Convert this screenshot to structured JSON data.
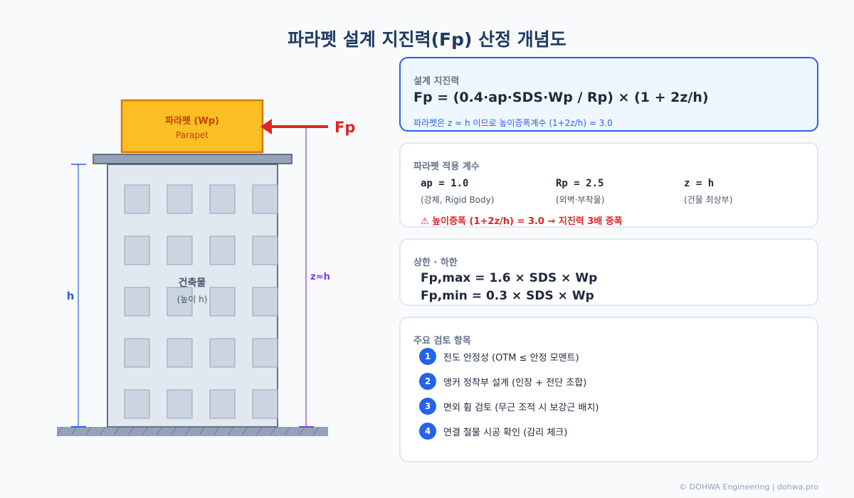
{
  "title": "파라펫 설계 지진력(Fp) 산정 개념도",
  "diagram": {
    "parapet_label": "파라펫 (Wp)",
    "parapet_sublabel": "Parapet",
    "force_label": "Fp",
    "building_label": "건축물",
    "building_sublabel": "(높이 h)",
    "height_label": "h",
    "z_label": "z≈h",
    "colors": {
      "parapet_fill": "#fbbf24",
      "parapet_stroke": "#d97706",
      "force": "#dc2626",
      "height_dim": "#2563eb",
      "z_dim": "#7c3aed",
      "building_fill": "#e2e8f0",
      "ground": "#94a3b8"
    }
  },
  "cards": {
    "design_force": {
      "label": "설계 지진력",
      "formula": "Fp = (0.4·ap·SDS·Wp / Rp) × (1 + 2z/h)",
      "note": "파라펫은 z ≈ h 이므로 높이증폭계수 (1+2z/h) = 3.0"
    },
    "coefficients": {
      "label": "파라펫 적용 계수",
      "items": [
        {
          "key": "ap = 1.0",
          "desc": "(강체, Rigid Body)"
        },
        {
          "key": "Rp = 2.5",
          "desc": "(외벽·부착물)"
        },
        {
          "key": "z = h",
          "desc": "(건물 최상부)"
        }
      ],
      "warning": "⚠ 높이증폭 (1+2z/h) = 3.0 → 지진력 3배 증폭"
    },
    "limits": {
      "label": "상한 · 하한",
      "max": "Fp,max = 1.6 × SDS × Wp",
      "min": "Fp,min = 0.3 × SDS × Wp"
    },
    "checks": {
      "label": "주요 검토 항목",
      "items": [
        {
          "num": "1",
          "text": "전도 안정성 (OTM ≤ 안정 모멘트)"
        },
        {
          "num": "2",
          "text": "앵커 정착부 설계 (인장 + 전단 조합)"
        },
        {
          "num": "3",
          "text": "면외 휨 검토 (무근 조적 시 보강근 배치)"
        },
        {
          "num": "4",
          "text": "연결 철물 시공 확인 (감리 체크)"
        }
      ]
    }
  },
  "footer": "© DOHWA Engineering | dohwa.pro"
}
